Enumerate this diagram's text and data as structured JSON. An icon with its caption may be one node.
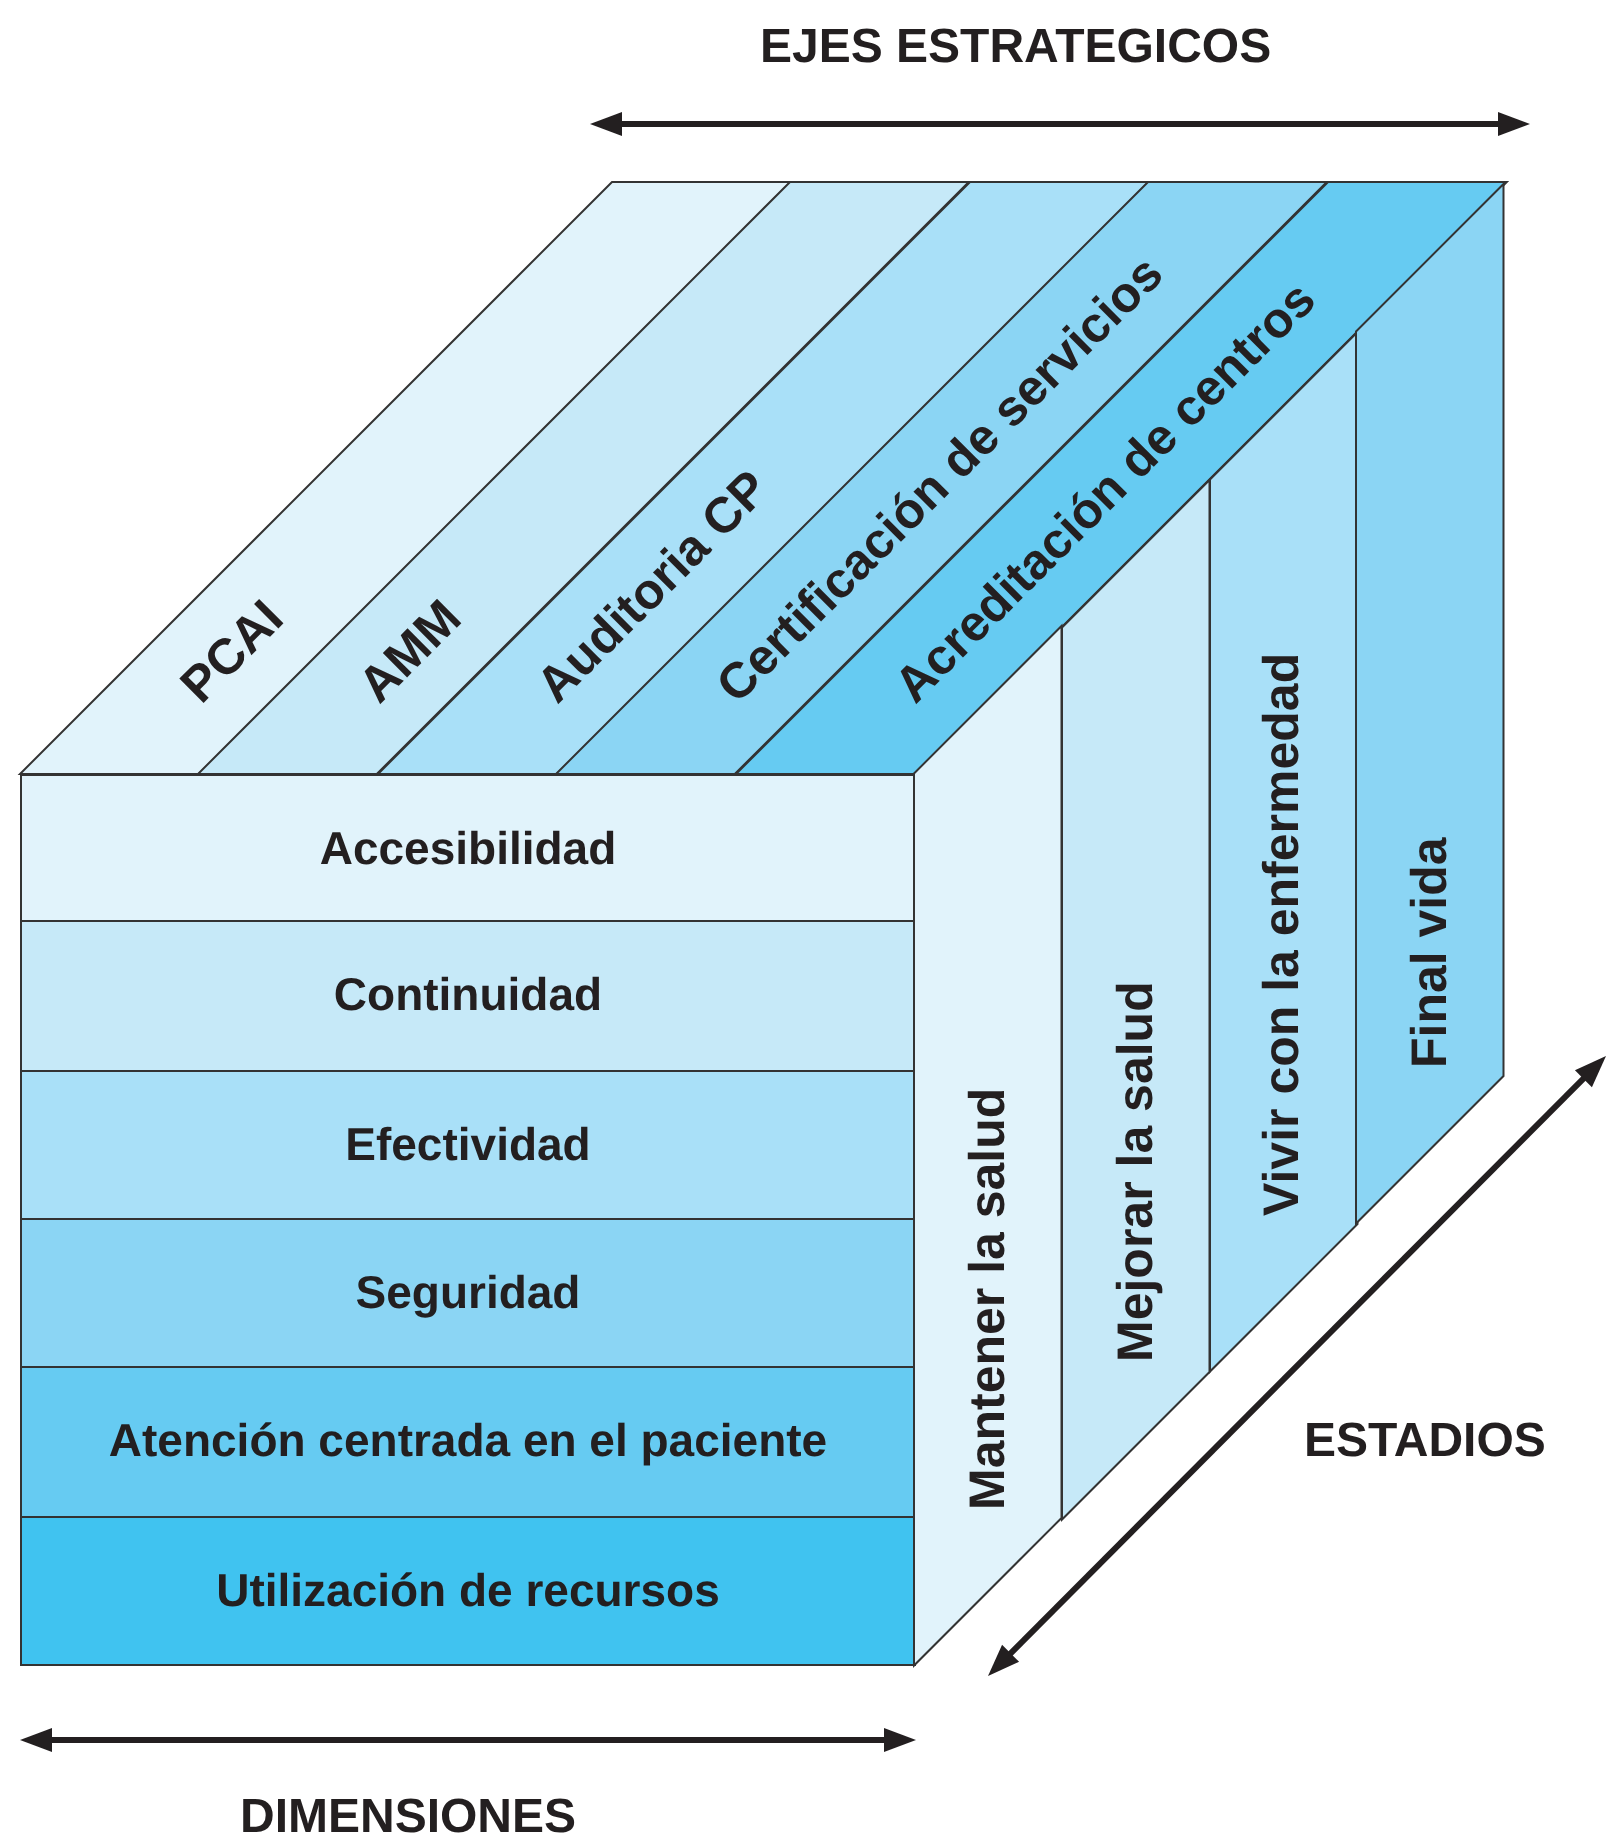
{
  "diagram": {
    "nodes": [
      {
        "text": [
          "PCAI"
        ]
      },
      {
        "text": [
          "AMM"
        ]
      },
      {
        "text": [
          "Auditoria CP"
        ]
      },
      {
        "text": [
          "Certificación de servicios"
        ]
      },
      {
        "text": [
          "Acreditación de centros"
        ]
      },
      {
        "text": [
          "Accesibilidad"
        ]
      },
      {
        "text": [
          "Continuidad"
        ]
      },
      {
        "text": [
          "Efectividad"
        ]
      },
      {
        "text": [
          "Seguridad"
        ]
      },
      {
        "text": [
          "Atención centrada en el paciente"
        ]
      },
      {
        "text": [
          "Utilización de recursos"
        ]
      },
      {
        "text": [
          "Mantener la salud"
        ]
      },
      {
        "text": [
          "Mejorar la salud"
        ]
      },
      {
        "text": [
          "Vivir con la enfermedad"
        ]
      },
      {
        "text": [
          "Final vida"
        ]
      }
    ],
    "edges": [],
    "labels": [
      "EJES ESTRATEGICOS",
      "ESTADIOS",
      "DIMENSIONES"
    ]
  }
}
